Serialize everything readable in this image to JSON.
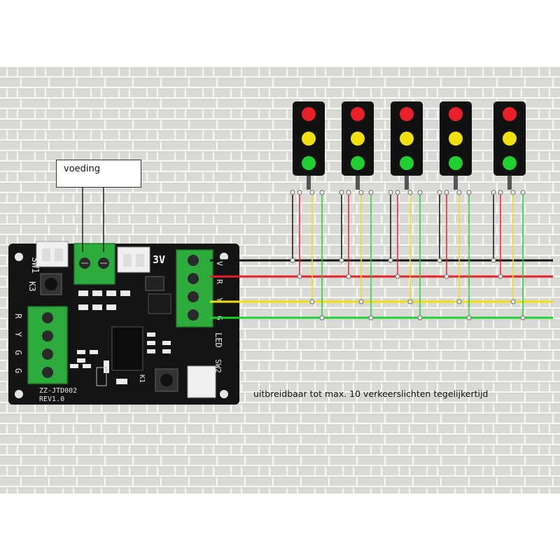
{
  "labels": {
    "power": "voeding",
    "caption": "uitbreidbaar tot max. 10 verkeerslichten tegelijkertijd"
  },
  "board": {
    "voltage": "3V",
    "sw1": "SW1",
    "k3": "K3",
    "k1": "K1",
    "sw2": "SW2",
    "led": "LED",
    "ryg": [
      "R",
      "Y",
      "G",
      "G"
    ],
    "terminal": [
      "V",
      "R",
      "Y",
      "G"
    ],
    "model": "ZZ-JTD002",
    "rev": "REV1.0"
  },
  "traffic_lights": {
    "count": 5
  },
  "colors": {
    "red": "#e8202a",
    "yellow": "#f0e010",
    "green": "#20d030",
    "black_wire": "#111111",
    "board": "#141414",
    "terminal": "#2dab3c",
    "texture": "#dcdcd8"
  }
}
